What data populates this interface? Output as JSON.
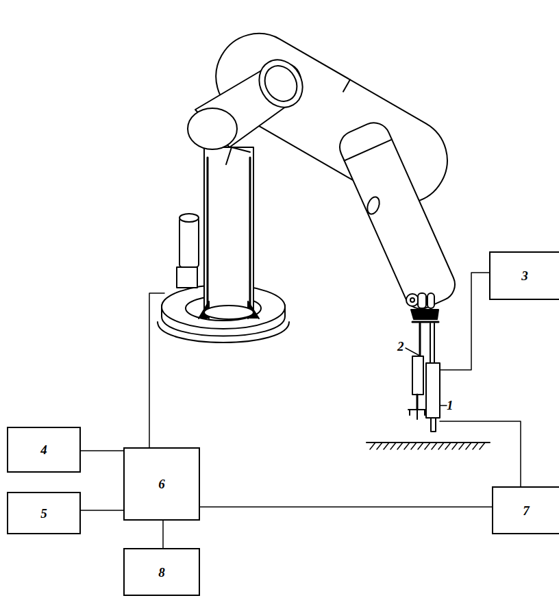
{
  "diagram": {
    "nodes": [
      {
        "text": [
          "3"
        ]
      },
      {
        "text": [
          "4"
        ]
      },
      {
        "text": [
          "6"
        ]
      },
      {
        "text": [
          "5"
        ]
      },
      {
        "text": [
          "7"
        ]
      },
      {
        "text": [
          "8"
        ]
      }
    ],
    "edges": [
      {
        "from": 1,
        "to": 2,
        "arrow": "none"
      },
      {
        "from": 3,
        "to": 2,
        "arrow": "none"
      },
      {
        "from": 5,
        "to": 2,
        "arrow": "none"
      },
      {
        "from": 2,
        "to": 4,
        "arrow": "none"
      }
    ],
    "labels": [
      "2",
      "1"
    ]
  }
}
